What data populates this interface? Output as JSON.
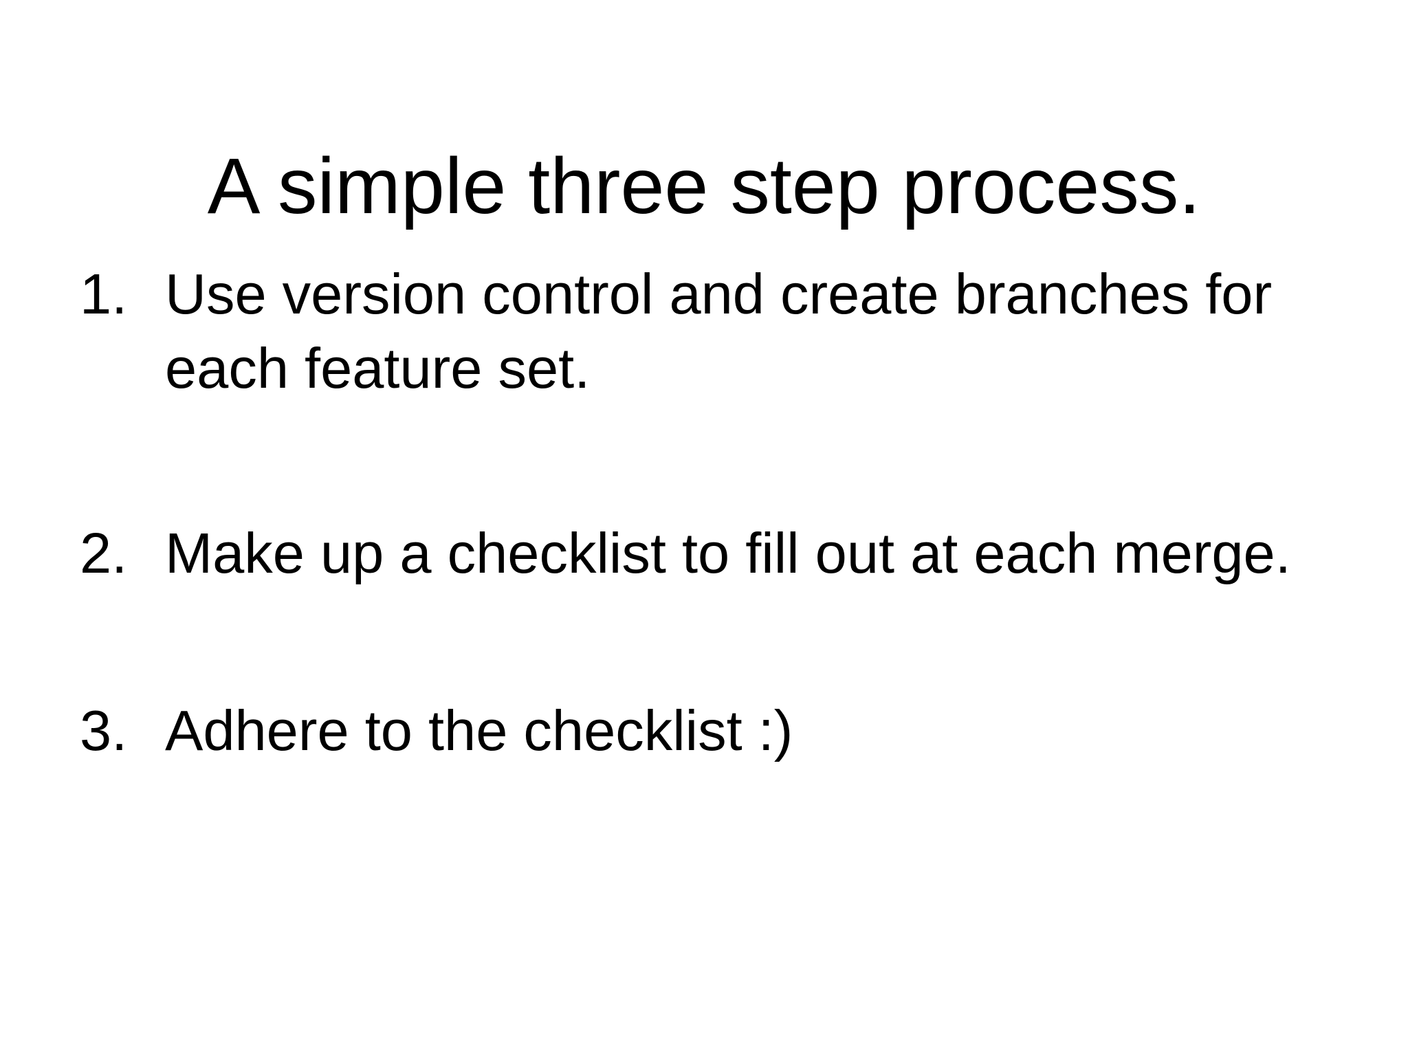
{
  "slide": {
    "background_color": "#ffffff",
    "text_color": "#000000",
    "title": "A simple three step process.",
    "list": {
      "items": [
        {
          "number": "1.",
          "lines": {
            "0": "Use version control and create branches for",
            "1": "each feature set."
          }
        },
        {
          "number": "2.",
          "lines": {
            "0": "Make up a checklist to fill out at each merge."
          }
        },
        {
          "number": "3.",
          "lines": {
            "0": "Adhere to the checklist :)"
          }
        }
      ]
    }
  }
}
